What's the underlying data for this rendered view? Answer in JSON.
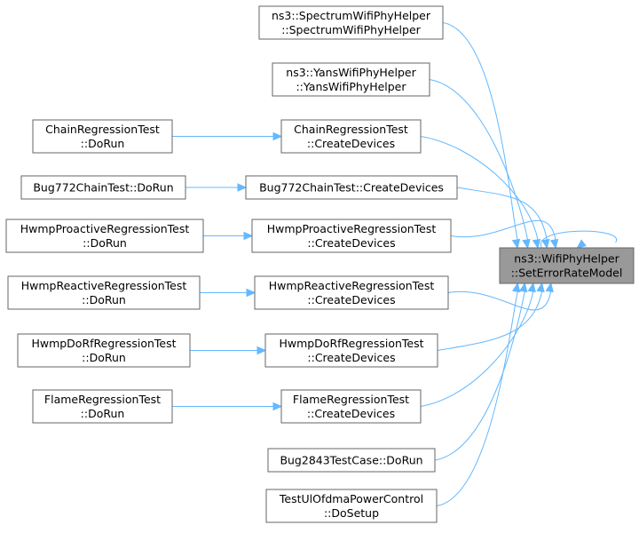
{
  "colors": {
    "edge": "#63b8ff",
    "node_border": "#666666",
    "target_fill": "#999999",
    "node_fill": "#ffffff"
  },
  "nodes": {
    "target": {
      "lines": [
        "ns3::WifiPhyHelper",
        "::SetErrorRateModel"
      ]
    },
    "spectrum": {
      "lines": [
        "ns3::SpectrumWifiPhyHelper",
        "::SpectrumWifiPhyHelper"
      ]
    },
    "yans": {
      "lines": [
        "ns3::YansWifiPhyHelper",
        "::YansWifiPhyHelper"
      ]
    },
    "chain_create": {
      "lines": [
        "ChainRegressionTest",
        "::CreateDevices"
      ]
    },
    "chain_run": {
      "lines": [
        "ChainRegressionTest",
        "::DoRun"
      ]
    },
    "bug772_create": {
      "lines": [
        "Bug772ChainTest::CreateDevices"
      ]
    },
    "bug772_run": {
      "lines": [
        "Bug772ChainTest::DoRun"
      ]
    },
    "hwmp_pro_create": {
      "lines": [
        "HwmpProactiveRegressionTest",
        "::CreateDevices"
      ]
    },
    "hwmp_pro_run": {
      "lines": [
        "HwmpProactiveRegressionTest",
        "::DoRun"
      ]
    },
    "hwmp_re_create": {
      "lines": [
        "HwmpReactiveRegressionTest",
        "::CreateDevices"
      ]
    },
    "hwmp_re_run": {
      "lines": [
        "HwmpReactiveRegressionTest",
        "::DoRun"
      ]
    },
    "hwmp_dorf_create": {
      "lines": [
        "HwmpDoRfRegressionTest",
        "::CreateDevices"
      ]
    },
    "hwmp_dorf_run": {
      "lines": [
        "HwmpDoRfRegressionTest",
        "::DoRun"
      ]
    },
    "flame_create": {
      "lines": [
        "FlameRegressionTest",
        "::CreateDevices"
      ]
    },
    "flame_run": {
      "lines": [
        "FlameRegressionTest",
        "::DoRun"
      ]
    },
    "bug2843": {
      "lines": [
        "Bug2843TestCase::DoRun"
      ]
    },
    "testul": {
      "lines": [
        "TestUlOfdmaPowerControl",
        "::DoSetup"
      ]
    }
  },
  "edges": [
    {
      "from": "chain_run",
      "to": "chain_create"
    },
    {
      "from": "bug772_run",
      "to": "bug772_create"
    },
    {
      "from": "hwmp_pro_run",
      "to": "hwmp_pro_create"
    },
    {
      "from": "hwmp_re_run",
      "to": "hwmp_re_create"
    },
    {
      "from": "hwmp_dorf_run",
      "to": "hwmp_dorf_create"
    },
    {
      "from": "flame_run",
      "to": "flame_create"
    },
    {
      "from": "spectrum",
      "to": "target"
    },
    {
      "from": "yans",
      "to": "target"
    },
    {
      "from": "chain_create",
      "to": "target"
    },
    {
      "from": "bug772_create",
      "to": "target"
    },
    {
      "from": "hwmp_pro_create",
      "to": "target"
    },
    {
      "from": "hwmp_re_create",
      "to": "target"
    },
    {
      "from": "hwmp_dorf_create",
      "to": "target"
    },
    {
      "from": "flame_create",
      "to": "target"
    },
    {
      "from": "bug2843",
      "to": "target"
    },
    {
      "from": "testul",
      "to": "target"
    },
    {
      "from": "target",
      "to": "target"
    }
  ]
}
